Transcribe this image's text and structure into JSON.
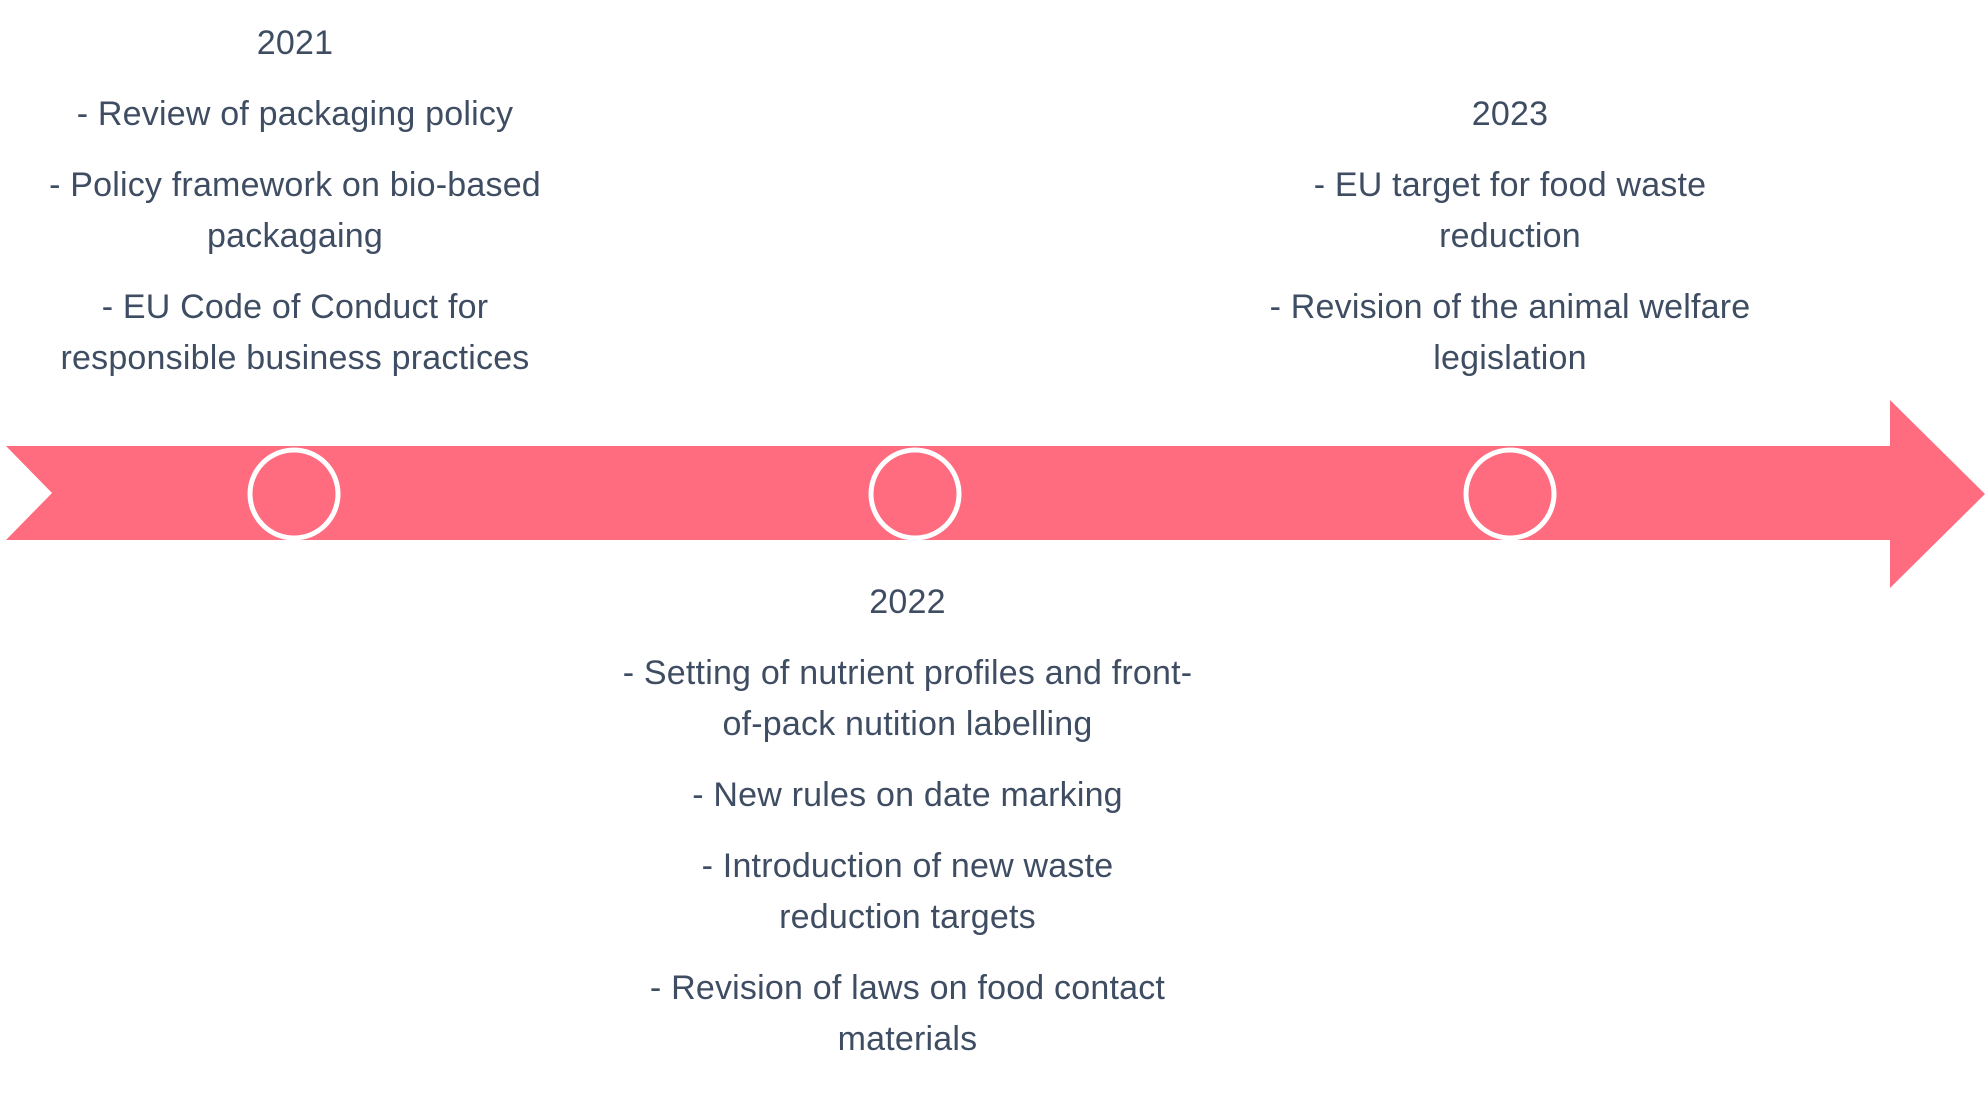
{
  "timeline": {
    "arrow_color": "#ff6b7f",
    "marker_color": "#ffffff",
    "text_color": "#3f4d63",
    "entries": [
      {
        "year": "2021",
        "items": [
          "- Review of packaging policy",
          "- Policy framework on bio-based packagaing",
          "- EU Code of Conduct for responsible business practices"
        ]
      },
      {
        "year": "2022",
        "items": [
          "- Setting of nutrient profiles and front-of-pack nutition labelling",
          "- New rules on date marking",
          "- Introduction of new waste reduction targets",
          "- Revision of laws on food contact materials"
        ]
      },
      {
        "year": "2023",
        "items": [
          "- EU target for food waste reduction",
          "- Revision of the animal welfare legislation"
        ]
      }
    ]
  }
}
